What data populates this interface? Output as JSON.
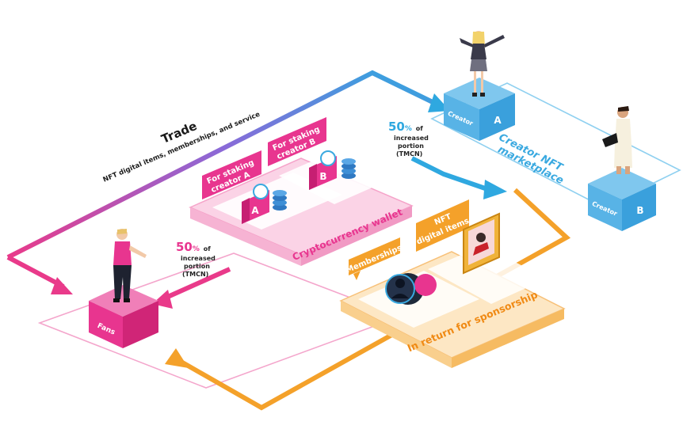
{
  "trade": {
    "title": "Trade",
    "subtitle": "NFT digital items, memberships, and service"
  },
  "wallet": {
    "label": "Cryptocurrency wallet",
    "tag_a": [
      "For staking",
      "creator A"
    ],
    "tag_b": [
      "For staking",
      "creator B"
    ],
    "letter_a": "A",
    "letter_b": "B"
  },
  "portion_right": {
    "pct": "50",
    "pct_sign": "%",
    "of": "of",
    "lines": [
      "increased",
      "portion",
      "(TMCN)"
    ]
  },
  "portion_left": {
    "pct": "50",
    "pct_sign": "%",
    "of": "of",
    "lines": [
      "increased",
      "portion",
      "(TMCN)"
    ]
  },
  "marketplace": {
    "label_line1": "Creator NFT",
    "label_line2": "marketplace",
    "creator_a_word": "Creator",
    "creator_a_letter": "A",
    "creator_b_word": "Creator",
    "creator_b_letter": "B"
  },
  "sponsor": {
    "label": "In return for sponsorship",
    "memberships": "Memberships",
    "nft_items": [
      "NFT",
      "digital items"
    ]
  },
  "fans": {
    "label": "Fans"
  },
  "colors": {
    "pink": "#e8358f",
    "pink_light": "#f7c4de",
    "blue": "#3aa9e0",
    "blue_light": "#bfe3f6",
    "orange": "#f4a12a",
    "orange_light": "#fbdcaa",
    "gradient_start": "#e93a8a",
    "gradient_end": "#2fa8e0"
  }
}
